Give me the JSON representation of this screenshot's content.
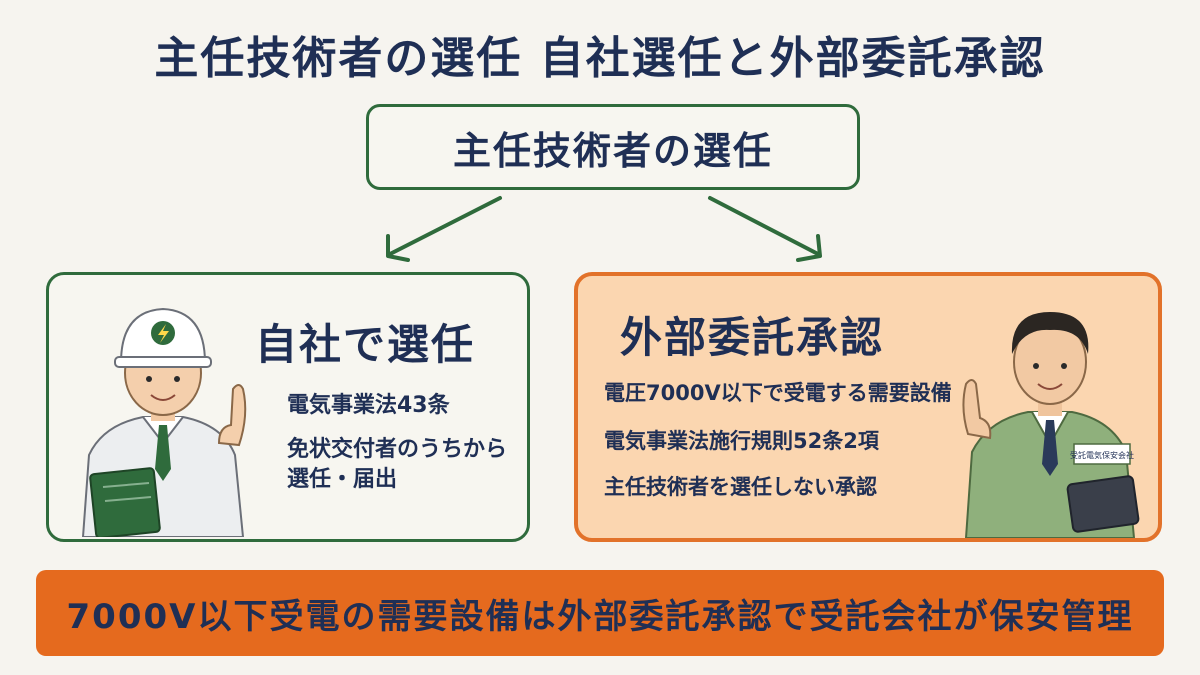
{
  "title": "主任技術者の選任 自社選任と外部委託承認",
  "top_box": {
    "label": "主任技術者の選任"
  },
  "left_panel": {
    "heading": "自社で選任",
    "line1": "電気事業法43条",
    "line2": "免状交付者のうちから選任・届出",
    "figure": "engineer-with-hardhat",
    "helmet_icon": "lightning-icon"
  },
  "right_panel": {
    "heading": "外部委託承認",
    "line1": "電圧7000V以下で受電する需要設備",
    "line2": "電気事業法施行規則52条2項",
    "line3": "主任技術者を選任しない承認",
    "badge": "受託電気保安会社",
    "figure": "businessman-with-tablet"
  },
  "banner": {
    "text": "7000V以下受電の需要設備は外部委託承認で受託会社が保安管理"
  },
  "colors": {
    "green_border": "#2f6b3c",
    "orange_border": "#e2722a",
    "orange_fill": "#fbd6b0",
    "banner": "#e56a1e",
    "text": "#1f2f55"
  }
}
